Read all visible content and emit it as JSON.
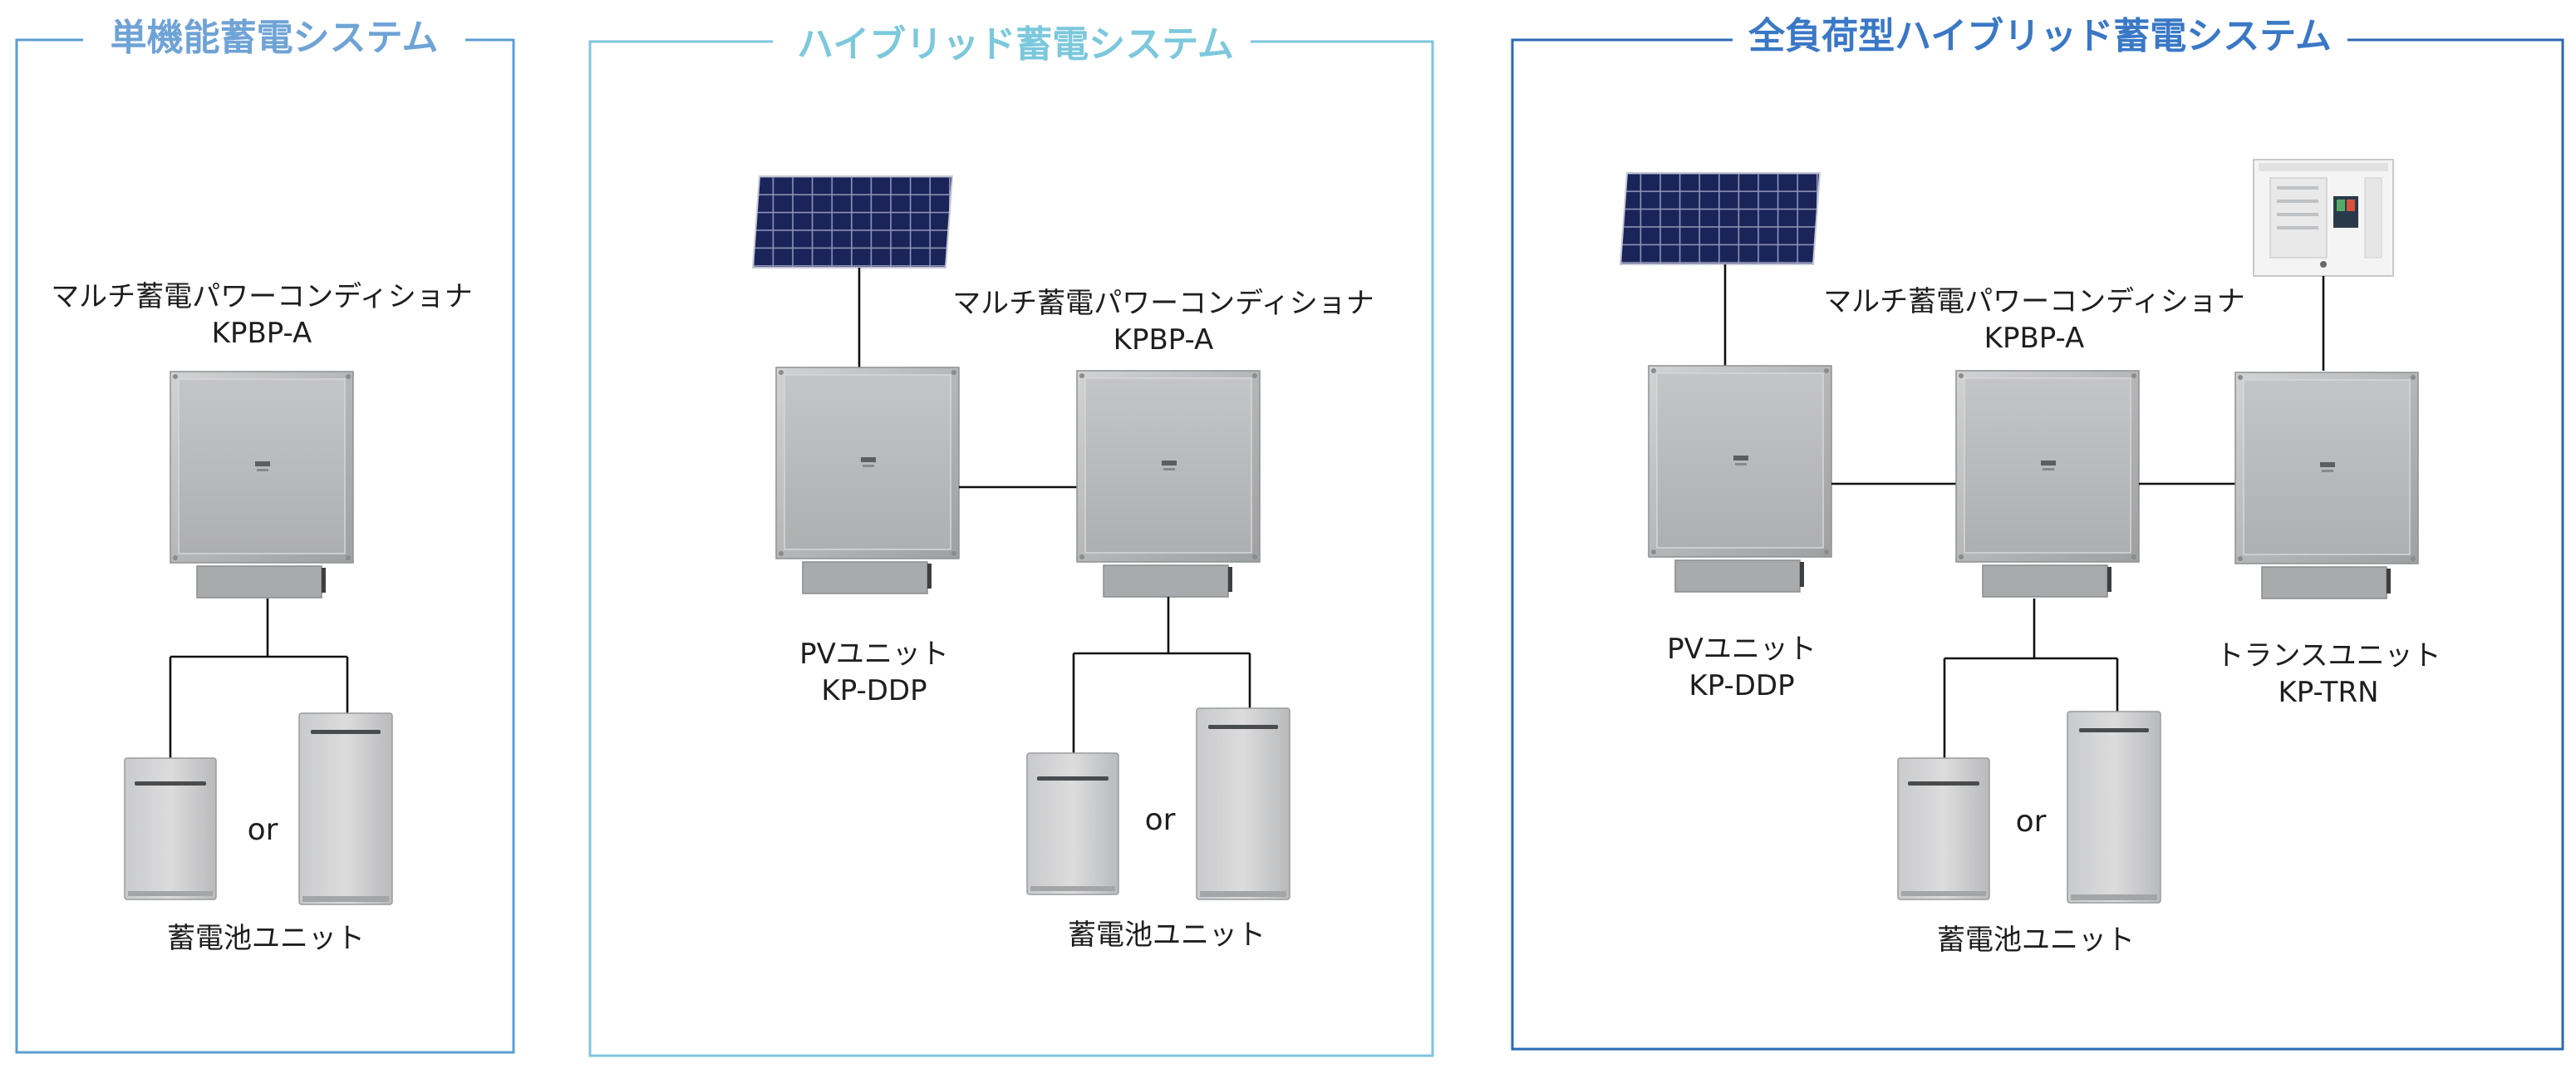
{
  "colors": {
    "frame_left": "#5c9ed0",
    "frame_mid": "#7ec5dd",
    "frame_right": "#2b6ab5",
    "title_left": "#6fa3d6",
    "title_mid": "#7cc8dc",
    "title_right": "#3a78c6",
    "unit_body": "#b7b8b9",
    "solar_panel": "#1a2355"
  },
  "systems": [
    {
      "title": "単機能蓄電システム",
      "pcs_label_line1": "マルチ蓄電パワーコンディショナ",
      "pcs_label_line2": "KPBP-A",
      "battery_label": "蓄電池ユニット",
      "or_text": "or"
    },
    {
      "title": "ハイブリッド蓄電システム",
      "pv_label_line1": "PVユニット",
      "pv_label_line2": "KP-DDP",
      "pcs_label_line1": "マルチ蓄電パワーコンディショナ",
      "pcs_label_line2": "KPBP-A",
      "battery_label": "蓄電池ユニット",
      "or_text": "or"
    },
    {
      "title": "全負荷型ハイブリッド蓄電システム",
      "pv_label_line1": "PVユニット",
      "pv_label_line2": "KP-DDP",
      "pcs_label_line1": "マルチ蓄電パワーコンディショナ",
      "pcs_label_line2": "KPBP-A",
      "trans_label_line1": "トランスユニット",
      "trans_label_line2": "KP-TRN",
      "battery_label": "蓄電池ユニット",
      "or_text": "or"
    }
  ]
}
